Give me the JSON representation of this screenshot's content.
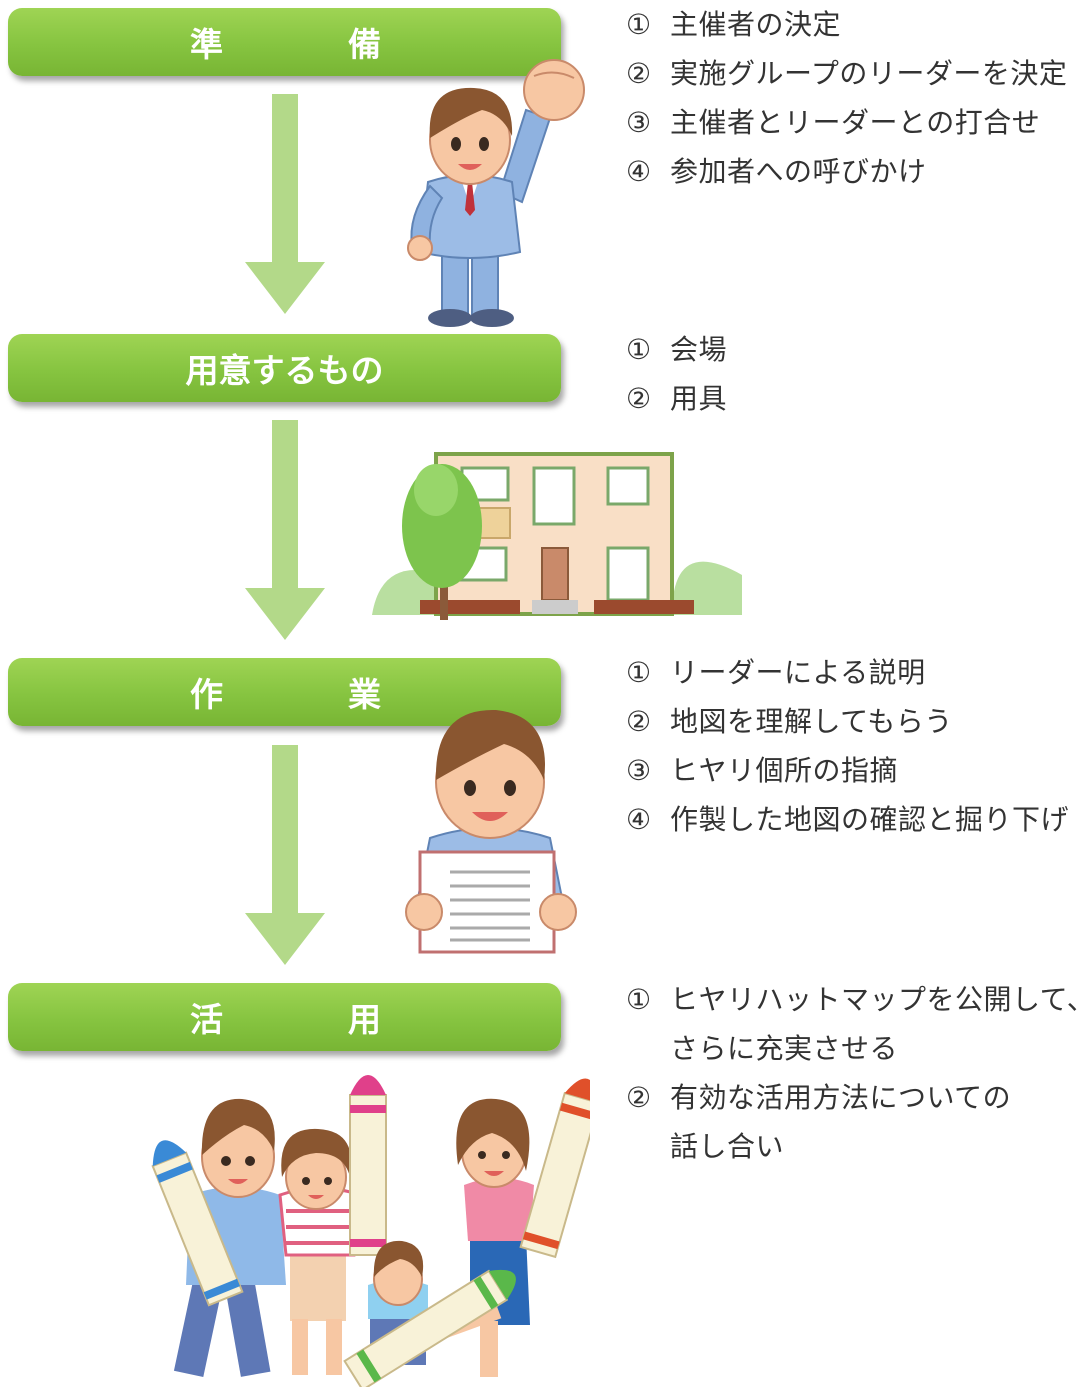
{
  "stages": [
    {
      "title_left": "準",
      "title_right": "備",
      "steps": [
        {
          "num": "①",
          "text": "主催者の決定"
        },
        {
          "num": "②",
          "text": "実施グループのリーダーを決定"
        },
        {
          "num": "③",
          "text": "主催者とリーダーとの打合せ"
        },
        {
          "num": "④",
          "text": "参加者への呼びかけ"
        }
      ]
    },
    {
      "title": "用意するもの",
      "steps": [
        {
          "num": "①",
          "text": "会場"
        },
        {
          "num": "②",
          "text": "用具"
        }
      ]
    },
    {
      "title_left": "作",
      "title_right": "業",
      "steps": [
        {
          "num": "①",
          "text": "リーダーによる説明"
        },
        {
          "num": "②",
          "text": "地図を理解してもらう"
        },
        {
          "num": "③",
          "text": "ヒヤリ個所の指摘"
        },
        {
          "num": "④",
          "text": "作製した地図の確認と掘り下げ"
        }
      ]
    },
    {
      "title_left": "活",
      "title_right": "用",
      "steps": [
        {
          "num": "①",
          "text": "ヒヤリハットマップを公開して、",
          "cont": "さらに充実させる"
        },
        {
          "num": "②",
          "text": "有効な活用方法についての",
          "cont": "話し合い"
        }
      ]
    }
  ],
  "colors": {
    "bar_green": "#86c440",
    "arrow_green": "#b3d989",
    "text": "#333333"
  },
  "illustrations": [
    "businessman-raising-fist",
    "house-with-tree",
    "man-holding-document",
    "family-holding-crayons"
  ]
}
